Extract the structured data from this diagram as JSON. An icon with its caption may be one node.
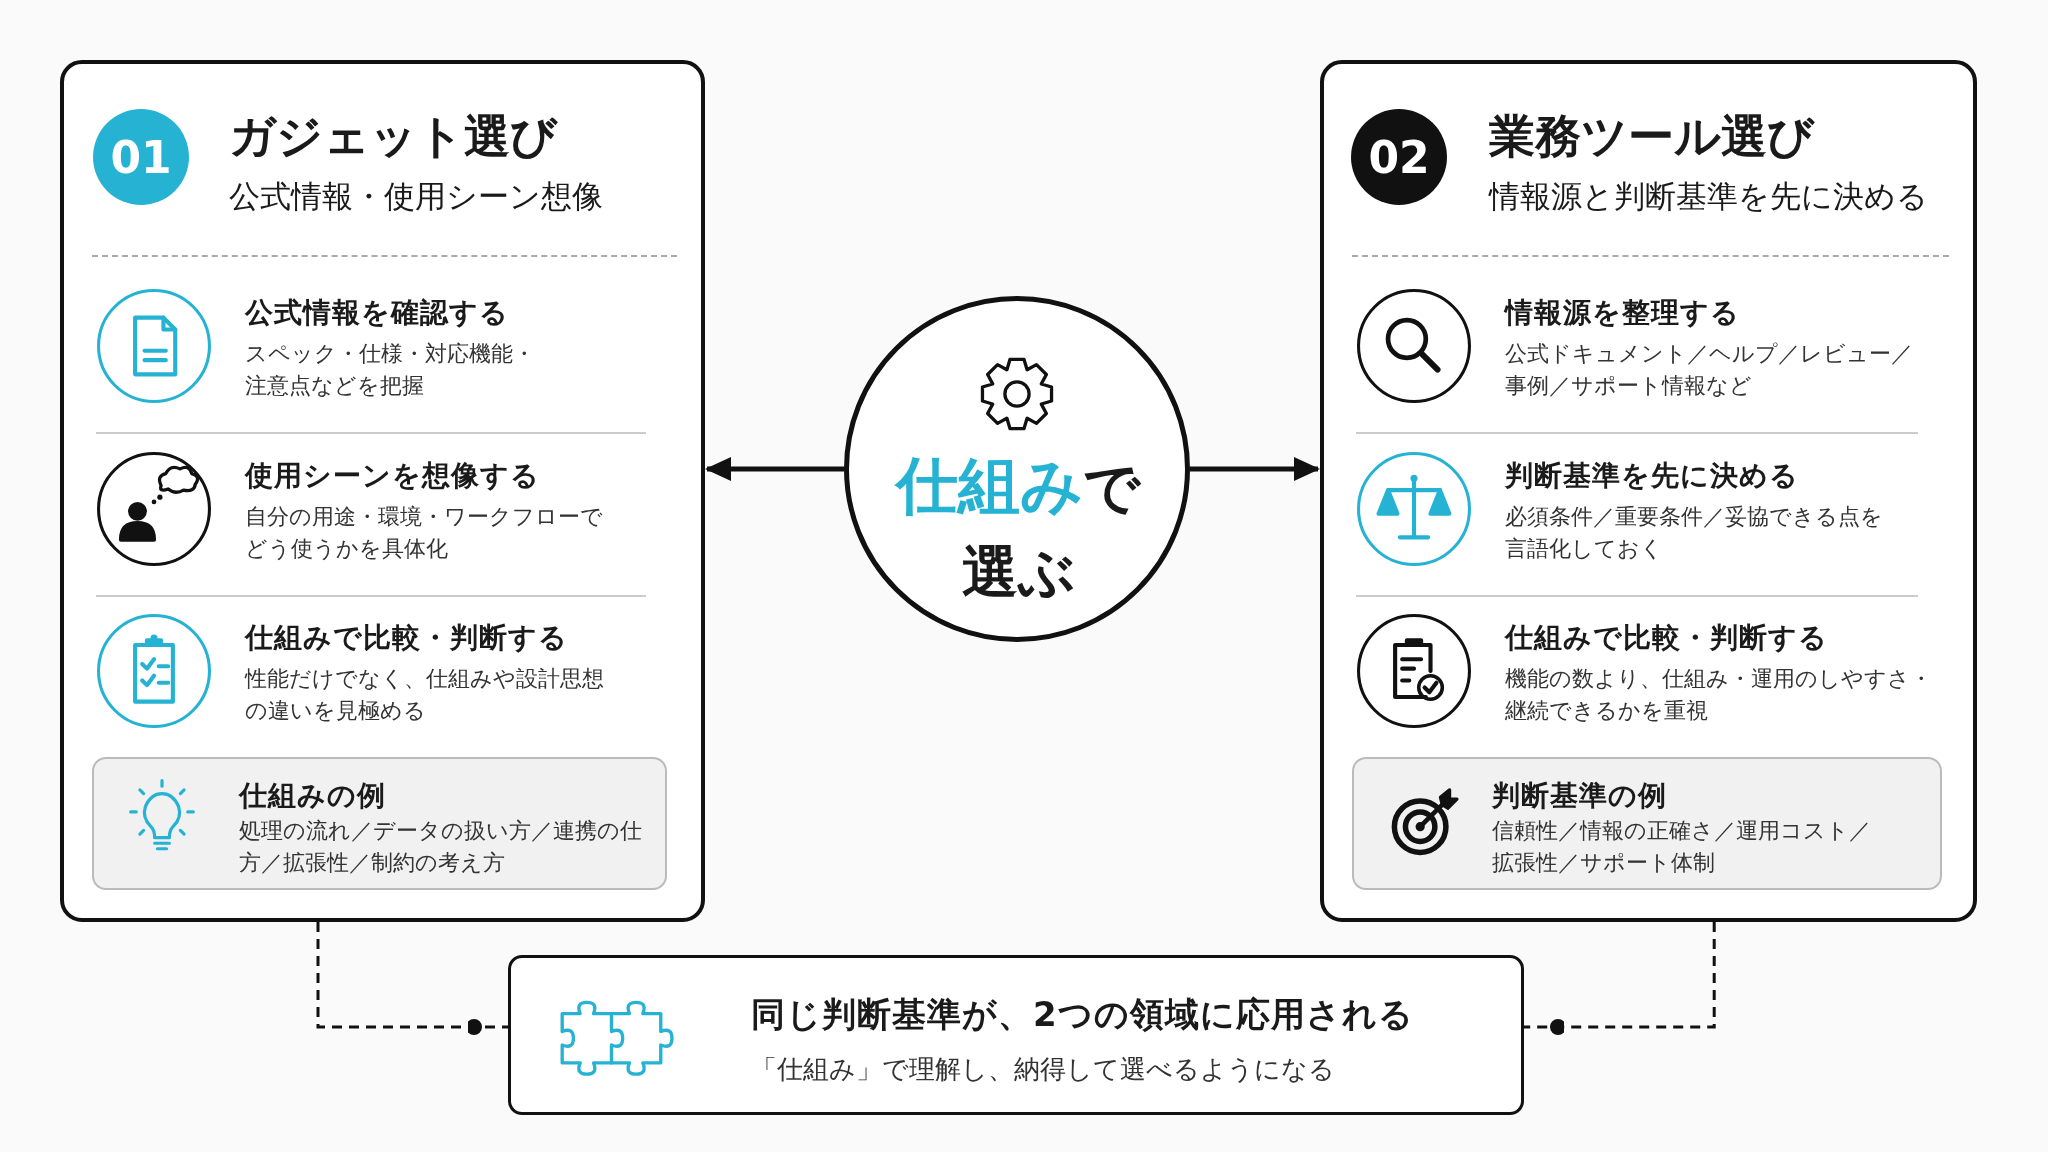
{
  "diagram": {
    "nodes": [
      {
        "text": [
          "ガジェット選び",
          "公式情報・使用シーン想像"
        ]
      },
      {
        "text": [
          "01"
        ],
        "in": 0
      },
      {
        "text": [
          "公式情報を確認する",
          "スペック・仕様・対応機能・注意点などを把握"
        ],
        "in": 0
      },
      {
        "text": [
          "使用シーンを想像する",
          "自分の用途・環境・ワークフローでどう使うかを具体化"
        ],
        "in": 0
      },
      {
        "text": [
          "仕組みで比較・判断する",
          "性能だけでなく、仕組みや設計思想の違いを見極める"
        ],
        "in": 0
      },
      {
        "text": [
          "仕組みの例",
          "処理の流れ／データの扱い方／連携の仕方／拡張性／制約の考え方"
        ],
        "in": 0
      },
      {
        "text": [
          "仕組み",
          "で選ぶ"
        ]
      },
      {
        "text": [
          "業務ツール選び",
          "情報源と判断基準を先に決める"
        ]
      },
      {
        "text": [
          "02"
        ],
        "in": 7
      },
      {
        "text": [
          "情報源を整理する",
          "公式ドキュメント／ヘルプ／レビュー／事例／サポート情報など"
        ],
        "in": 7
      },
      {
        "text": [
          "判断基準を先に決める",
          "必須条件／重要条件／妥協できる点を言語化しておく"
        ],
        "in": 7
      },
      {
        "text": [
          "仕組みで比較・判断する",
          "機能の数より、仕組み・運用のしやすさ・継続できるかを重視"
        ],
        "in": 7
      },
      {
        "text": [
          "判断基準の例",
          "信頼性／情報の正確さ／運用コスト／拡張性／サポート体制"
        ],
        "in": 7
      },
      {
        "text": [
          "同じ判断基準が、2つの領域に応用される",
          "「仕組み」で理解し、納得して選べるようになる"
        ]
      }
    ],
    "edges": [
      {
        "from": 6,
        "to": 0,
        "arrow": "to"
      },
      {
        "from": 6,
        "to": 7,
        "arrow": "to"
      },
      {
        "from": 0,
        "to": 13,
        "arrow": "other",
        "style": "dashed"
      },
      {
        "from": 7,
        "to": 13,
        "arrow": "other",
        "style": "dashed"
      }
    ]
  }
}
